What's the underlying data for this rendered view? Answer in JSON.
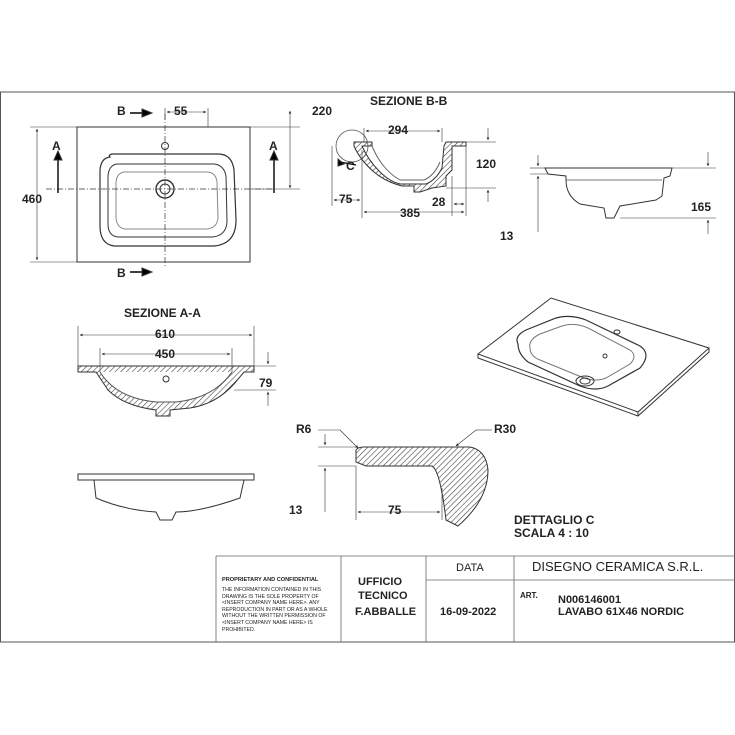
{
  "drawing": {
    "views": {
      "plan": {
        "dims": {
          "hole_offset": "55",
          "overall_width": "220",
          "depth": "460"
        },
        "section_marks": {
          "b": "B",
          "a": "A"
        }
      },
      "section_bb": {
        "title": "SEZIONE B-B",
        "dims": {
          "inner_width": "294",
          "height": "120",
          "left": "75",
          "rear": "28",
          "overall": "385"
        },
        "detail_mark": "C"
      },
      "side_view": {
        "dims": {
          "height": "165",
          "rim": "13"
        }
      },
      "section_aa": {
        "title": "SEZIONE A-A",
        "dims": {
          "overall_width": "610",
          "bowl_width": "450",
          "depth": "79"
        }
      },
      "detail_c": {
        "title": "DETTAGLIO C",
        "scale": "SCALA 4 : 10",
        "dims": {
          "radius_outer": "R6",
          "radius_inner": "R30",
          "thickness": "13",
          "length": "75"
        }
      }
    }
  },
  "title_block": {
    "proprietary_heading": "PROPRIETARY AND CONFIDENTIAL",
    "proprietary_text": [
      "THE INFORMATION CONTAINED IN THIS",
      "DRAWING IS THE SOLE PROPERTY OF",
      "<INSERT COMPANY NAME HERE>.  ANY",
      "REPRODUCTION IN PART OR AS A WHOLE",
      "WITHOUT THE WRITTEN PERMISSION OF",
      "<INSERT COMPANY NAME HERE> IS",
      "PROHIBITED."
    ],
    "department_line1": "UFFICIO",
    "department_line2": "TECNICO",
    "author": "F.ABBALLE",
    "date_label": "DATA",
    "date": "16-09-2022",
    "company": "DISEGNO CERAMICA S.R.L.",
    "art_label": "ART.",
    "article_code": "N006146001",
    "article_name": "LAVABO 61X46 NORDIC"
  }
}
